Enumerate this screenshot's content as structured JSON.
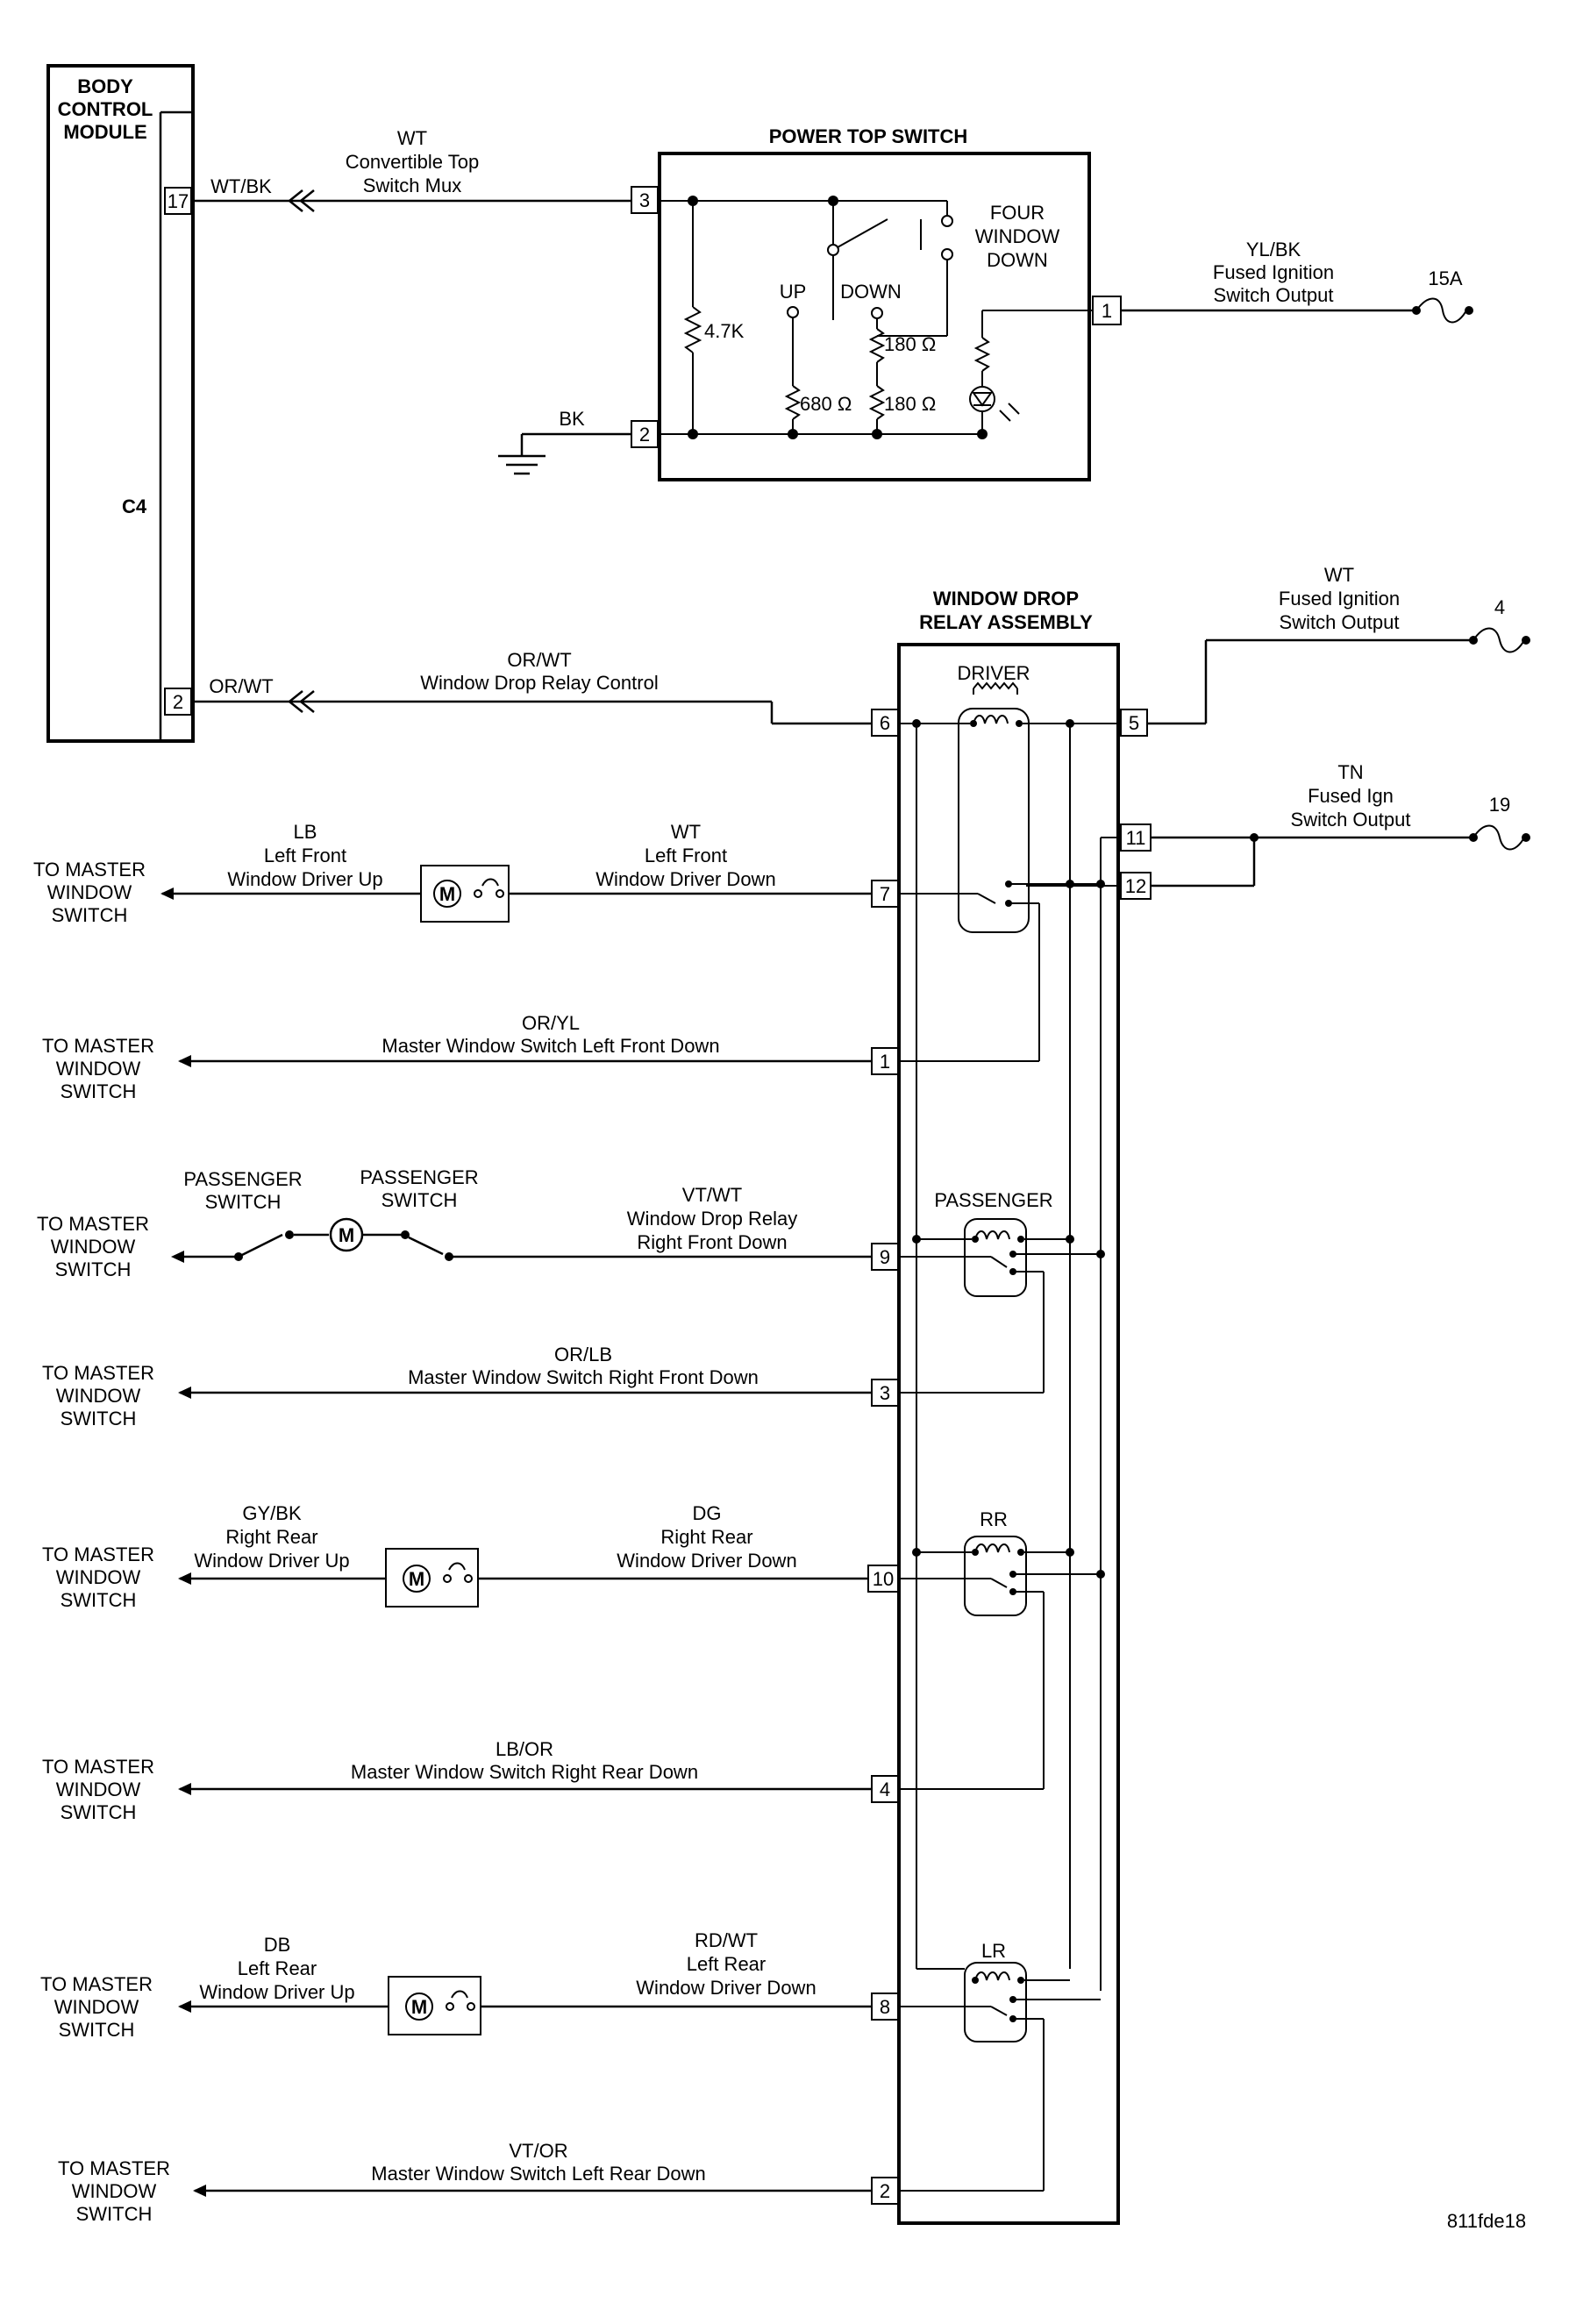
{
  "bcm": {
    "title": [
      "BODY",
      "CONTROL",
      "MODULE"
    ],
    "connector": "C4",
    "pins": [
      "17",
      "2"
    ]
  },
  "pts": {
    "title": "POWER TOP SWITCH",
    "pins": [
      "3",
      "2",
      "1"
    ],
    "four_window_down": [
      "FOUR",
      "WINDOW",
      "DOWN"
    ],
    "up": "UP",
    "down": "DOWN",
    "r1": "4.7K",
    "r2": "180 Ω",
    "r3": "680 Ω",
    "r4": "180 Ω"
  },
  "wires": {
    "wtbk_code": "WT/BK",
    "wt_top_label": [
      "WT",
      "Convertible Top",
      "Switch Mux"
    ],
    "bk_label": "BK",
    "ylbk_label": [
      "YL/BK",
      "Fused Ignition",
      "Switch Output"
    ],
    "fuse_15a": "15A",
    "orwt_code": "OR/WT",
    "orwt_label": [
      "OR/WT",
      "Window Drop Relay Control"
    ],
    "wt_fused": [
      "WT",
      "Fused Ignition",
      "Switch Output"
    ],
    "fuse_4": "4",
    "tn_label": [
      "TN",
      "Fused Ign",
      "Switch Output"
    ],
    "fuse_19": "19"
  },
  "relay": {
    "title": [
      "WINDOW DROP",
      "RELAY ASSEMBLY"
    ],
    "driver": "DRIVER",
    "passenger": "PASSENGER",
    "rr": "RR",
    "lr": "LR",
    "pins": [
      "6",
      "5",
      "11",
      "12",
      "7",
      "1",
      "9",
      "3",
      "10",
      "4",
      "8",
      "2"
    ]
  },
  "rows": [
    {
      "to": [
        "TO MASTER",
        "WINDOW",
        "SWITCH"
      ],
      "left": [
        "LB",
        "Left Front",
        "Window Driver Up"
      ],
      "right": [
        "WT",
        "Left Front",
        "Window Driver Down"
      ]
    },
    {
      "to": [
        "TO MASTER",
        "WINDOW",
        "SWITCH"
      ],
      "label": [
        "OR/YL",
        "Master Window Switch Left Front Down"
      ]
    },
    {
      "to": [
        "TO MASTER",
        "WINDOW",
        "SWITCH"
      ],
      "sw1": [
        "PASSENGER",
        "SWITCH"
      ],
      "sw2": [
        "PASSENGER",
        "SWITCH"
      ],
      "right": [
        "VT/WT",
        "Window Drop Relay",
        "Right Front Down"
      ]
    },
    {
      "to": [
        "TO MASTER",
        "WINDOW",
        "SWITCH"
      ],
      "label": [
        "OR/LB",
        "Master Window Switch Right Front Down"
      ]
    },
    {
      "to": [
        "TO MASTER",
        "WINDOW",
        "SWITCH"
      ],
      "left": [
        "GY/BK",
        "Right Rear",
        "Window Driver Up"
      ],
      "right": [
        "DG",
        "Right Rear",
        "Window Driver Down"
      ]
    },
    {
      "to": [
        "TO MASTER",
        "WINDOW",
        "SWITCH"
      ],
      "label": [
        "LB/OR",
        "Master Window Switch Right Rear Down"
      ]
    },
    {
      "to": [
        "TO MASTER",
        "WINDOW",
        "SWITCH"
      ],
      "left": [
        "DB",
        "Left Rear",
        "Window Driver Up"
      ],
      "right": [
        "RD/WT",
        "Left Rear",
        "Window Driver Down"
      ]
    },
    {
      "to": [
        "TO MASTER",
        "WINDOW",
        "SWITCH"
      ],
      "label": [
        "VT/OR",
        "Master Window Switch Left Rear Down"
      ]
    }
  ],
  "motor_letter": "M",
  "figure_id": "811fde18"
}
